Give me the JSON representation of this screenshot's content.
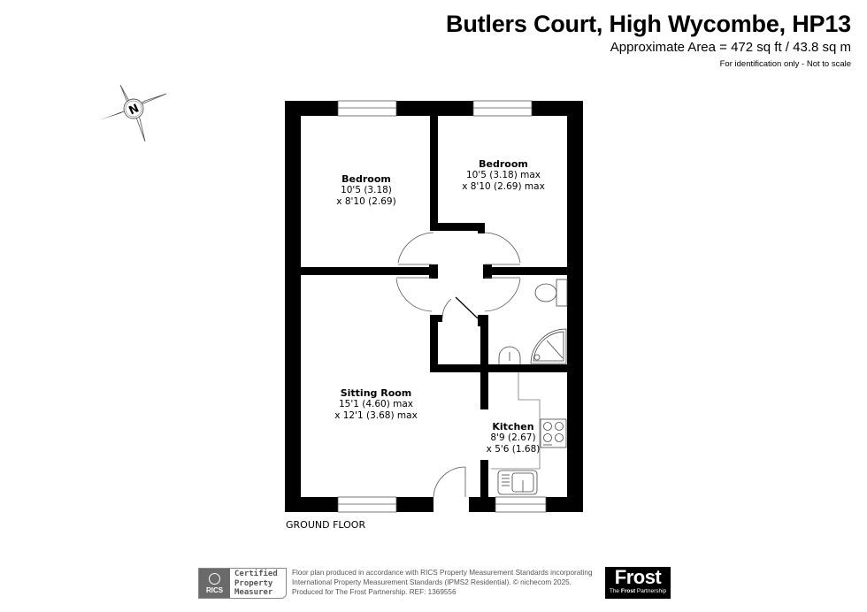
{
  "header": {
    "title": "Butlers Court, High Wycombe, HP13",
    "area": "Approximate Area = 472 sq ft / 43.8 sq m",
    "disclaimer": "For identification only - Not to scale"
  },
  "compass": {
    "icon": "north-compass-icon",
    "label": "N"
  },
  "floor": {
    "label": "GROUND FLOOR"
  },
  "rooms": [
    {
      "name": "Bedroom",
      "dim1": "10'5 (3.18)",
      "dim2": "x 8'10 (2.69)"
    },
    {
      "name": "Bedroom",
      "dim1": "10'5 (3.18) max",
      "dim2": "x 8'10 (2.69) max"
    },
    {
      "name": "Sitting Room",
      "dim1": "15'1 (4.60) max",
      "dim2": "x 12'1 (3.68) max"
    },
    {
      "name": "Kitchen",
      "dim1": "8'9 (2.67)",
      "dim2": "x 5'6 (1.68)"
    }
  ],
  "fixtures": [
    "toilet-icon",
    "shower-tray-icon",
    "wash-basin-icon",
    "hob-icon",
    "sink-icon"
  ],
  "footer": {
    "rics_logo": "RICS",
    "rics_badge": [
      "Certified",
      "Property",
      "Measurer"
    ],
    "text_lines": [
      "Floor plan produced in accordance with RICS Property Measurement Standards incorporating",
      "International Property Measurement Standards (IPMS2 Residential).   © nichecom 2025.",
      "Produced for The Frost Partnership.   REF:  1369556"
    ],
    "brand_big": "Frost",
    "brand_small_pre": "The ",
    "brand_small_bold": "Frost",
    "brand_small_post": " Partnership"
  },
  "colors": {
    "wall": "#000000",
    "line": "#555555",
    "background": "#ffffff",
    "footer_grey": "#6a6a6a"
  }
}
